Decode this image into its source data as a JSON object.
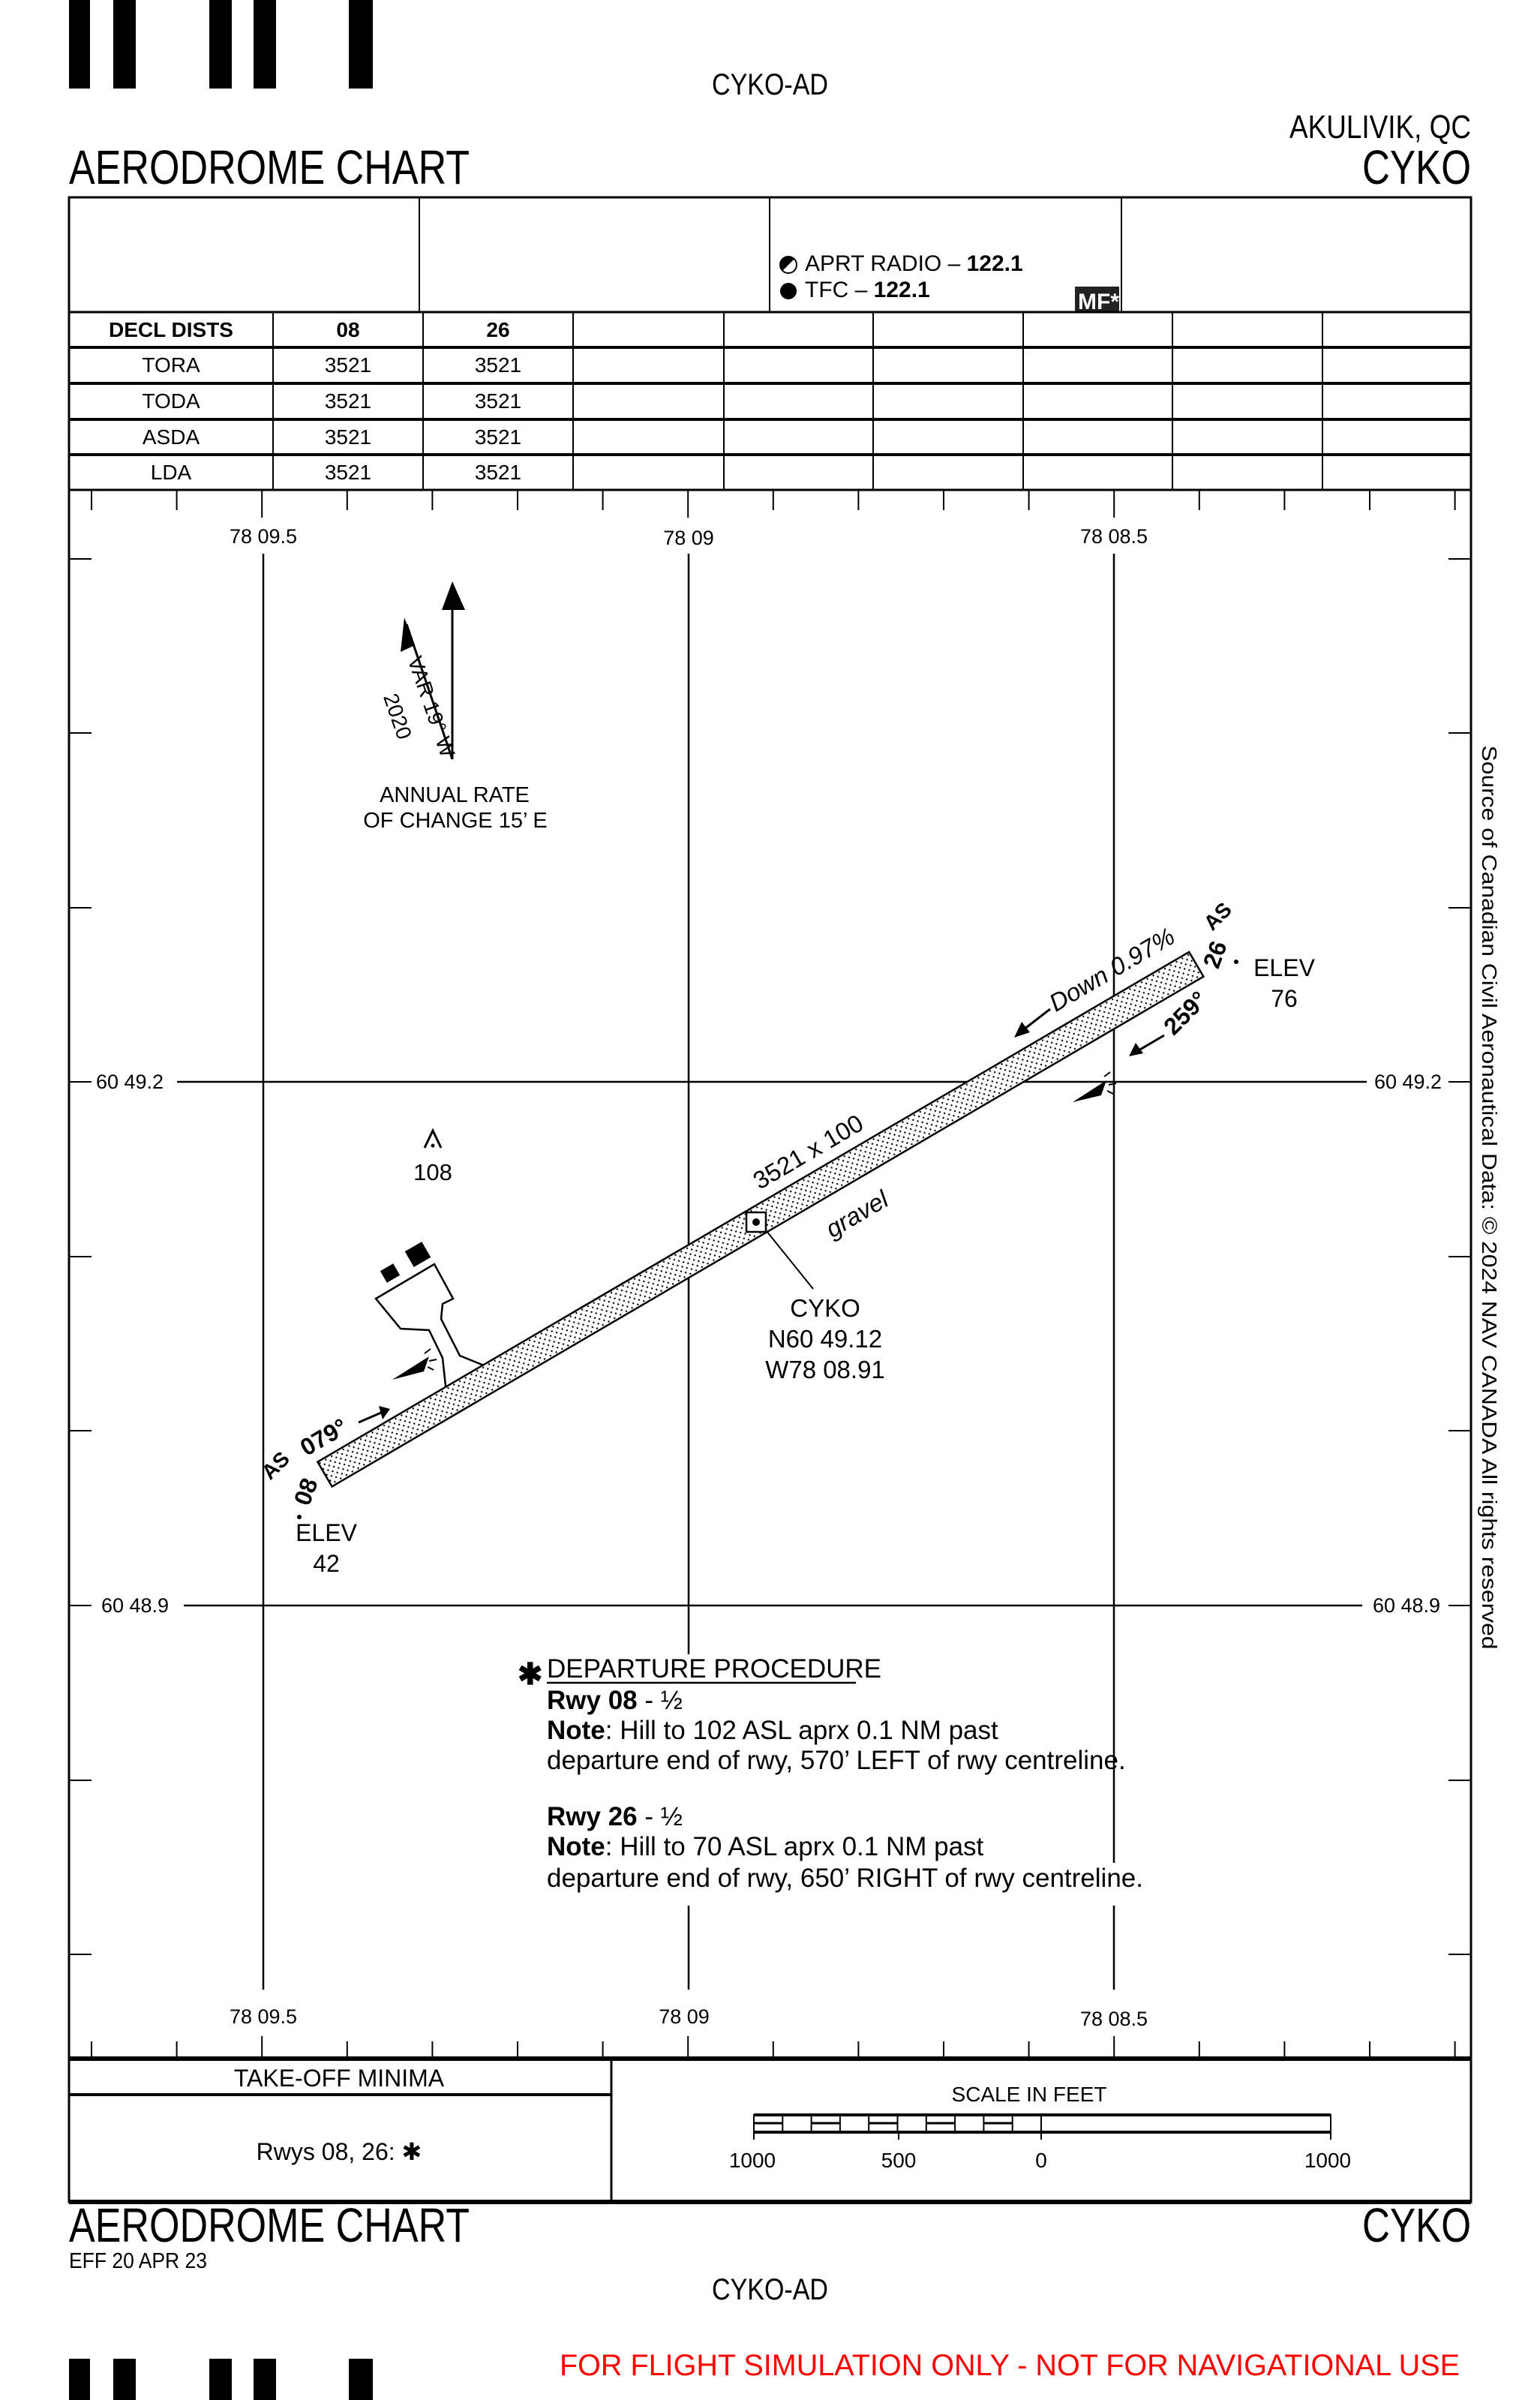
{
  "header": {
    "doc_code": "CYKO-AD",
    "location": "AKULIVIK, QC",
    "title": "AERODROME CHART",
    "ident": "CYKO"
  },
  "comms": {
    "aprt_radio_label": "APRT RADIO – ",
    "aprt_radio_freq": "122.1",
    "tfc_label": "TFC – ",
    "tfc_freq": "122.1",
    "mf_badge": "MF*"
  },
  "decl_dists": {
    "headers": [
      "DECL DISTS",
      "08",
      "26"
    ],
    "rows": [
      {
        "label": "TORA",
        "r08": "3521",
        "r26": "3521"
      },
      {
        "label": "TODA",
        "r08": "3521",
        "r26": "3521"
      },
      {
        "label": "ASDA",
        "r08": "3521",
        "r26": "3521"
      },
      {
        "label": "LDA",
        "r08": "3521",
        "r26": "3521"
      }
    ]
  },
  "map": {
    "longitudes": [
      "78 09.5",
      "78 09",
      "78 08.5"
    ],
    "latitudes": [
      "60 49.2",
      "60 48.9"
    ],
    "magnetic_var": "VAR 19° W",
    "var_year": "2020",
    "annual_rate_1": "ANNUAL RATE",
    "annual_rate_2": "OF CHANGE 15’ E",
    "obstacle_elev": "108",
    "runway_dims": "3521 x 100",
    "runway_surface": "gravel",
    "slope": "Down 0.97%",
    "rwy08": {
      "number": "08",
      "heading": "079°",
      "lighting": "AS",
      "elev_label": "ELEV",
      "elev": "42"
    },
    "rwy26": {
      "number": "26",
      "heading": "259°",
      "lighting": "AS",
      "elev_label": "ELEV",
      "elev": "76"
    },
    "arp": {
      "ident": "CYKO",
      "lat": "N60 49.12",
      "lon": "W78 08.91"
    },
    "copyright": "Source of Canadian Civil Aeronautical Data: © 2024 NAV CANADA All rights reserved"
  },
  "departure": {
    "title": "DEPARTURE PROCEDURE",
    "rwy08_label": "Rwy 08",
    "rwy08_value": " - ½",
    "note_label": "Note",
    "rwy08_note_1": ": Hill to 102 ASL aprx 0.1 NM past",
    "rwy08_note_2": "departure end of rwy, 570’ LEFT of rwy centreline.",
    "rwy26_label": "Rwy 26",
    "rwy26_value": " - ½",
    "rwy26_note_1": ": Hill to 70 ASL aprx 0.1 NM past",
    "rwy26_note_2": "departure end of rwy, 650’ RIGHT of rwy centreline."
  },
  "takeoff": {
    "title": "TAKE-OFF MINIMA",
    "value": "Rwys 08, 26: ✱"
  },
  "scale": {
    "title": "SCALE IN FEET",
    "labels": [
      "1000",
      "500",
      "0",
      "1000"
    ]
  },
  "footer": {
    "title": "AERODROME CHART",
    "ident": "CYKO",
    "effective": "EFF 20 APR 23",
    "doc_code": "CYKO-AD",
    "disclaimer": "FOR FLIGHT SIMULATION ONLY - NOT FOR NAVIGATIONAL USE",
    "disclaimer_color": "#ff0000"
  }
}
